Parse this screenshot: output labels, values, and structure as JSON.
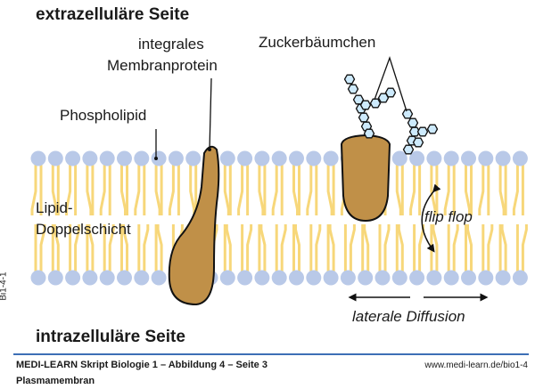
{
  "title_top": "extrazelluläre Seite",
  "title_bottom": "intrazelluläre Seite",
  "labels": {
    "protein_line1": "integrales",
    "protein_line2": "Membranprotein",
    "sugar": "Zuckerbäumchen",
    "phospholipid": "Phospholipid",
    "bilayer_line1": "Lipid-",
    "bilayer_line2": "Doppelschicht",
    "flipflop": "flip flop",
    "diffusion": "laterale Diffusion"
  },
  "side_code": "Bi1-4-1",
  "footer": {
    "source": "MEDI-LEARN Skript Biologie 1 – Abbildung 4 – Seite 3",
    "url": "www.medi-learn.de/bio1-4",
    "caption": "Plasmamembran"
  },
  "colors": {
    "head": "#b9c9e8",
    "tail": "#f7d77a",
    "protein": "#c09048",
    "sugar": "#cdeafc",
    "rule": "#3d6fb6"
  }
}
